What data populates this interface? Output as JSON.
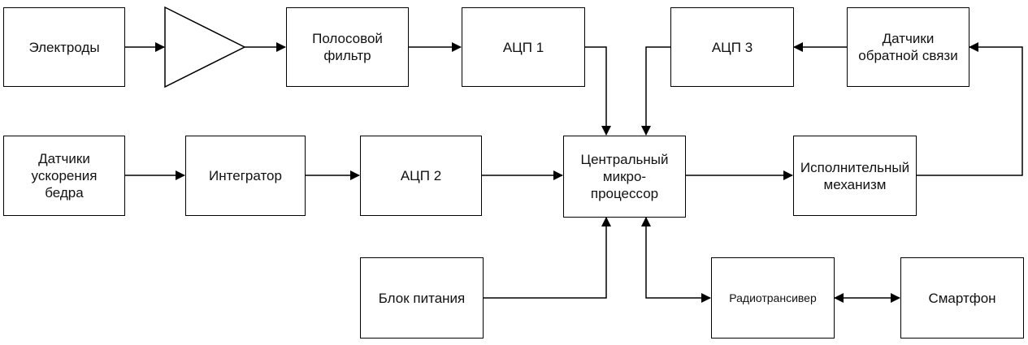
{
  "diagram": {
    "blocks": {
      "electrodes": "Электроды",
      "bandpass_filter": "Полосовой\nфильтр",
      "adc1": "АЦП 1",
      "adc3": "АЦП 3",
      "feedback_sensors": "Датчики\nобратной связи",
      "hip_accel_sensors": "Датчики\nускорения\nбедра",
      "integrator": "Интегратор",
      "adc2": "АЦП 2",
      "cpu": "Центральный\nмикро-\nпроцессор",
      "actuator": "Исполнительный\nмеханизм",
      "power_supply": "Блок питания",
      "radio_transceiver": "Радиотрансивер",
      "smartphone": "Смартфон"
    }
  }
}
